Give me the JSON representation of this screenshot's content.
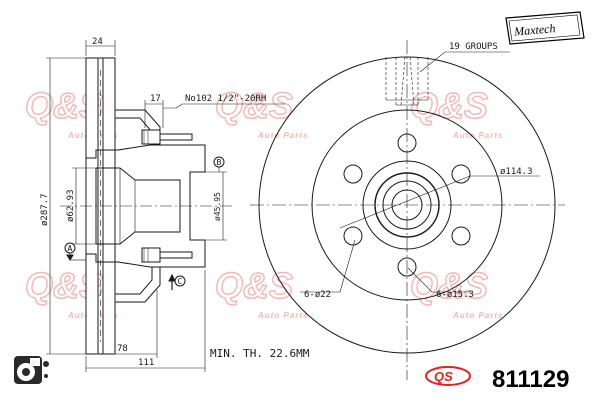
{
  "brand": {
    "name": "Maxtech"
  },
  "watermark": {
    "text": "Q&S",
    "sub": "Auto Parts"
  },
  "side_view": {
    "dim_top_width": "24",
    "dim_hub_offset": "17",
    "bolt_spec": "No102 1/2\"-20RH",
    "dim_outer_diameter": "ø287.7",
    "dim_center_bore": "ø62.93",
    "dim_hub_diameter": "ø45.95",
    "dim_78": "78",
    "dim_111": "111",
    "datum_a": "A",
    "datum_b": "B",
    "datum_c": "C"
  },
  "front_view": {
    "vent_groups": "19 GROUPS",
    "pcd": "ø114.3",
    "holes_large": "6-ø22",
    "holes_small": "6-ø15.3"
  },
  "min_thickness": "MIN. TH. 22.6MM",
  "part_number": "811129",
  "logo_text": "QS"
}
